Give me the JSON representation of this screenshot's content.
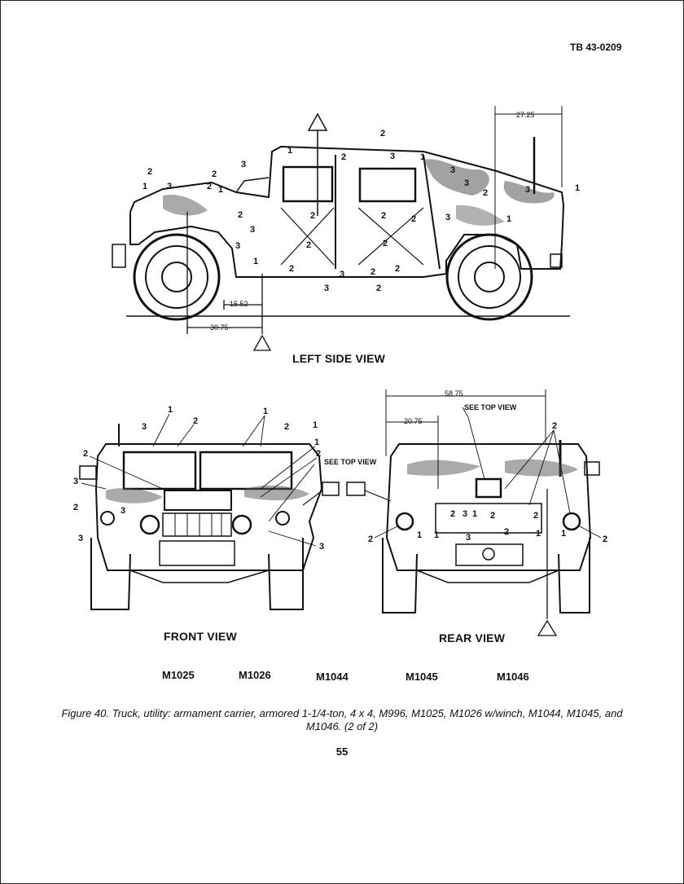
{
  "document": {
    "id": "TB 43-0209",
    "page_number": "55"
  },
  "views": {
    "left_side": "LEFT SIDE VIEW",
    "front": "FRONT VIEW",
    "rear": "REAR VIEW"
  },
  "dimensions": {
    "top_right": "27.25",
    "lower_inner": "15.52",
    "lower_outer": "30.75",
    "rear_width": "58.75",
    "rear_inner": "20.75"
  },
  "callouts": {
    "see_top_view_front": "SEE TOP VIEW",
    "see_top_view_rear": "SEE TOP VIEW"
  },
  "models": [
    "M1025",
    "M1026",
    "M1044",
    "M1045",
    "M1046"
  ],
  "caption": "Figure 40.  Truck, utility: armament carrier, armored 1-1/4-ton, 4 x 4, M996, M1025, M1026 w/winch, M1044, M1045, and M1046.  (2 of 2)"
}
